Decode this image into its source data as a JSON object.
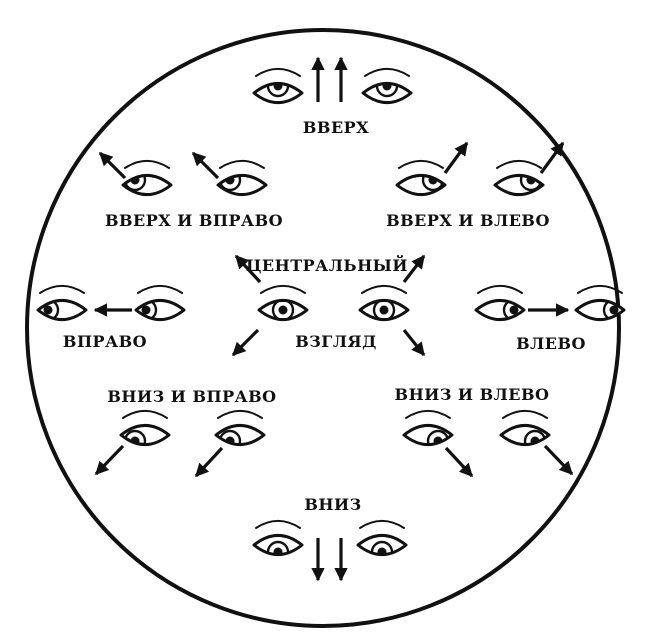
{
  "colors": {
    "ink": "#111111",
    "background": "#ffffff"
  },
  "labels": {
    "up": "ВВЕРХ",
    "up_right": "ВВЕРХ И ВПРАВО",
    "up_left": "ВВЕРХ И ВЛЕВО",
    "center_top": "ЦЕНТРАЛЬНЫЙ",
    "center_bottom": "ВЗГЛЯД",
    "right": "ВПРАВО",
    "left": "ВЛЕВО",
    "down_right": "ВНИЗ И ВПРАВО",
    "down_left": "ВНИЗ И ВЛЕВО",
    "down": "ВНИЗ"
  }
}
